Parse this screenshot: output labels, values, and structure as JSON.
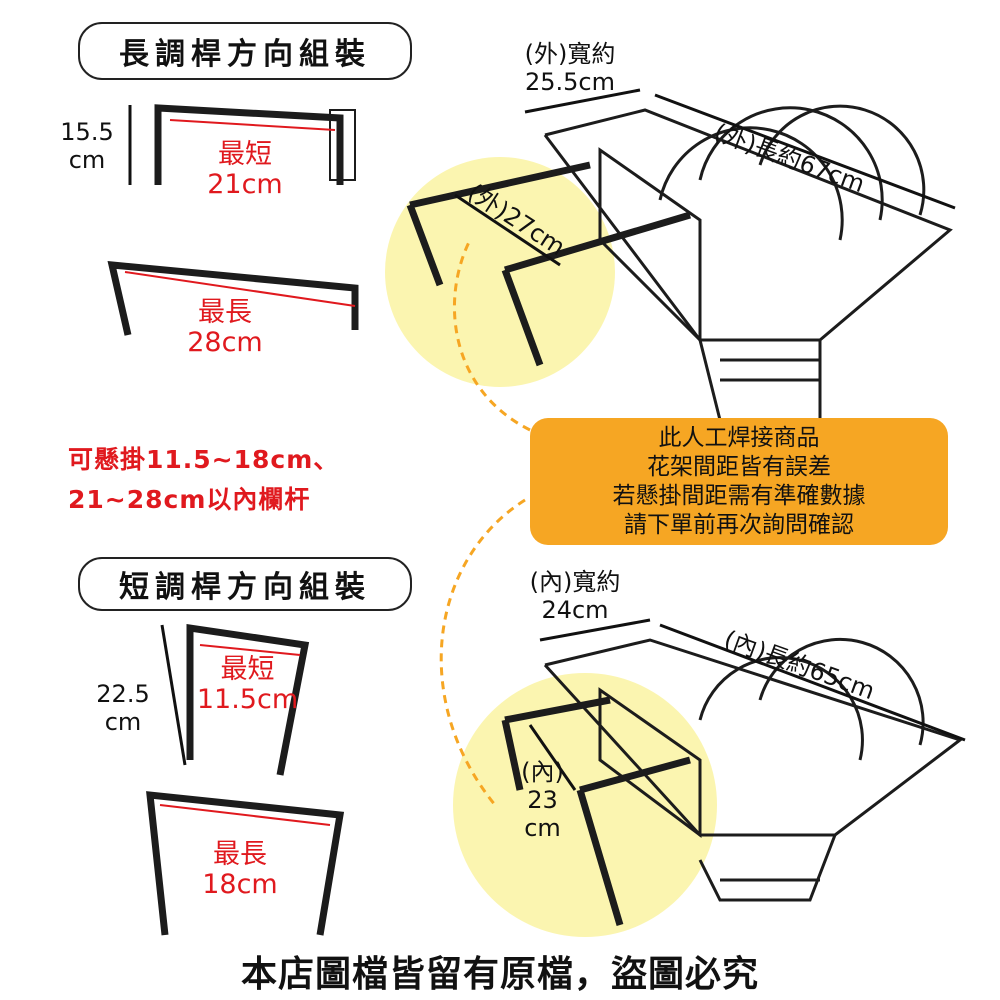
{
  "long_section": {
    "title": "長調桿方向組裝",
    "height_value": "15.5",
    "height_unit": "cm",
    "short_label": "最短",
    "short_value": "21cm",
    "long_label": "最長",
    "long_value": "28cm"
  },
  "hang_range": {
    "line1": "可懸掛11.5~18cm、",
    "line2": "21~28cm以內欄杆"
  },
  "short_section": {
    "title": "短調桿方向組裝",
    "height_value": "22.5",
    "height_unit": "cm",
    "short_label": "最短",
    "short_value": "11.5cm",
    "long_label": "最長",
    "long_value": "18cm"
  },
  "outer_dims": {
    "width_label": "(外)寬約",
    "width_value": "25.5cm",
    "length_label": "(外)長約67cm",
    "depth_label": "(外)27cm"
  },
  "inner_dims": {
    "width_label": "(內)寬約",
    "width_value": "24cm",
    "length_label": "(內)長約65cm",
    "depth_line1": "(內)",
    "depth_line2": "23",
    "depth_line3": "cm"
  },
  "notice": [
    "此人工焊接商品",
    "花架間距皆有誤差",
    "若懸掛間距需有準確數據",
    "請下單前再次詢問確認"
  ],
  "footer": "本店圖檔皆留有原檔，盜圖必究",
  "colors": {
    "accent_red": "#e0191e",
    "notice_bg": "#f6a623",
    "highlight": "#fbf5b0",
    "metal": "#1c1c1c"
  }
}
